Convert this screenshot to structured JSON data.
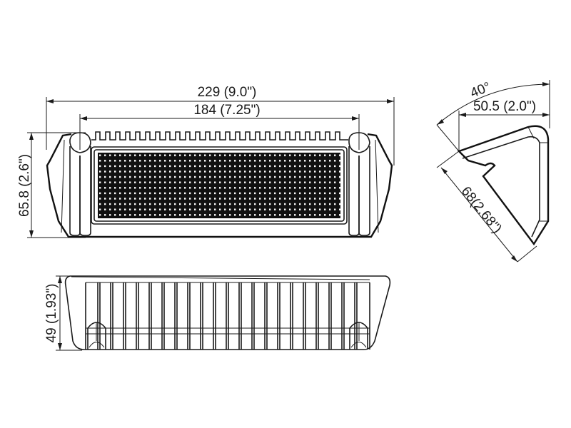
{
  "diagram": {
    "title": "LED work light dimension drawing",
    "units_primary": "mm",
    "units_secondary": "in",
    "colors": {
      "line": "#1a1a1a",
      "background": "#ffffff",
      "led_panel": "#111111",
      "led_dot": "#ffffff"
    }
  },
  "front_view": {
    "overall_width_label": "229 (9.0\")",
    "mount_width_label": "184 (7.25\")",
    "height_label": "65.8 (2.6\")",
    "fin_count": 19,
    "led_grid": {
      "rows": 12,
      "cols": 48
    }
  },
  "side_view": {
    "angle_label": "40°",
    "depth_label": "50.5 (2.0\")",
    "diagonal_label": "68(2.68\")"
  },
  "bottom_view": {
    "height_label": "49 (1.93\")",
    "rib_count": 22
  }
}
